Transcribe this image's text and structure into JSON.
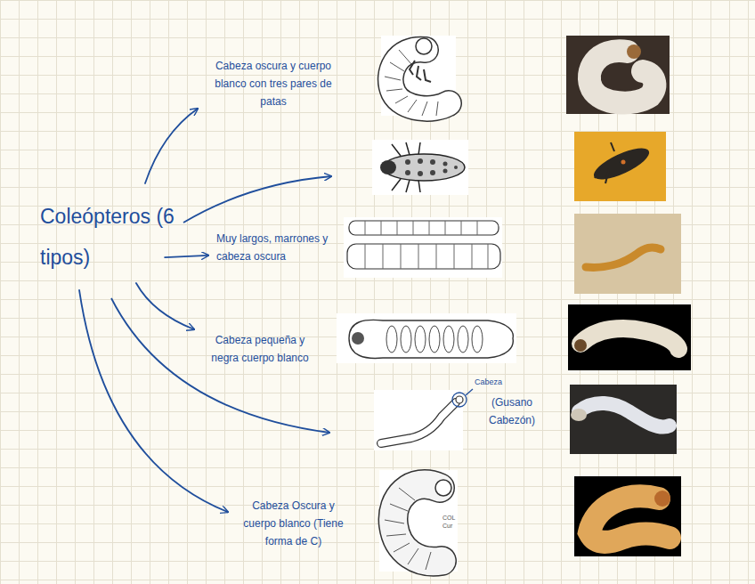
{
  "diagram": {
    "nodes": [
      {
        "text": [
          "Coleópteros (6 tipos)"
        ]
      },
      {
        "text": [
          "Cabeza oscura y cuerpo blanco con tres pares de patas"
        ]
      },
      {
        "text": [
          "Muy largos, marrones y cabeza oscura"
        ]
      },
      {
        "text": [
          "Cabeza pequeña y negra cuerpo blanco"
        ]
      },
      {
        "text": [
          "Cabeza Oscura y cuerpo blanco (Tiene forma de C)"
        ]
      }
    ],
    "edges": [
      {
        "from": 0,
        "to": 1,
        "arrow": "to"
      },
      {
        "from": 0,
        "to": 2,
        "arrow": "to"
      },
      {
        "from": 0,
        "to": 3,
        "arrow": "to"
      },
      {
        "from": 0,
        "to": 4,
        "arrow": "to"
      }
    ],
    "labels": [
      "Cabeza",
      "(Gusano Cabezón)",
      "COL",
      "Cur"
    ]
  }
}
